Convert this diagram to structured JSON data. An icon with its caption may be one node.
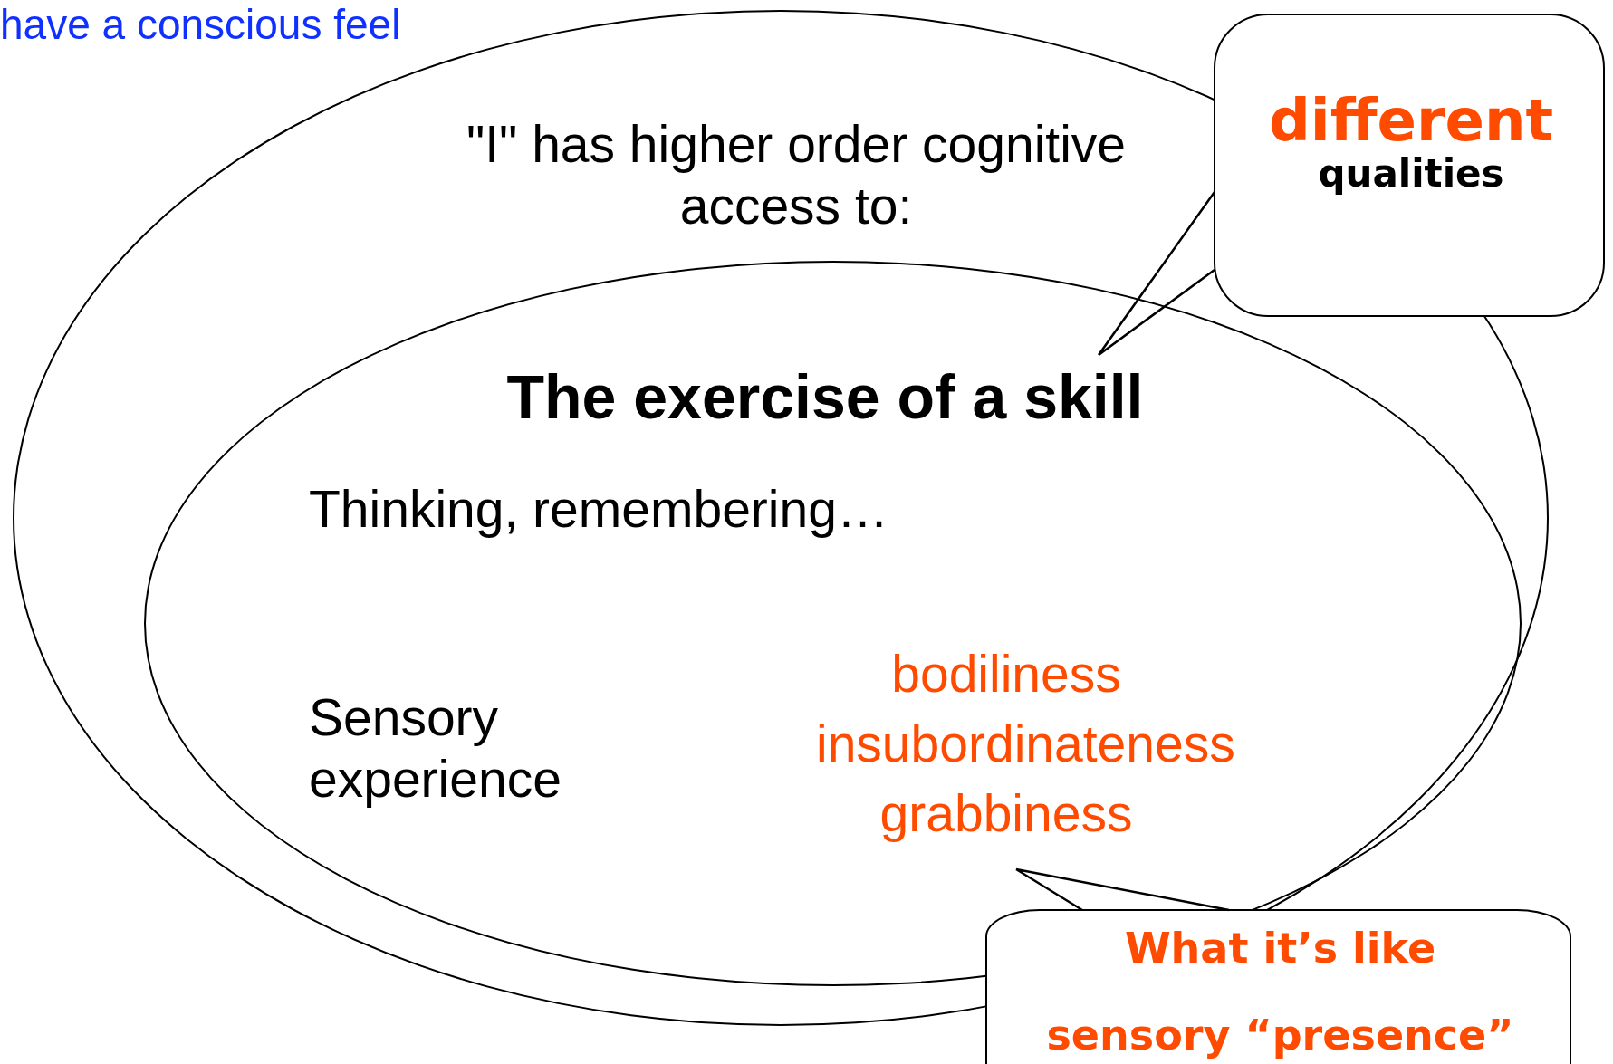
{
  "diagram": {
    "nodes": [
      {
        "text": [
          "\"I\" has higher order cognitive access to:"
        ]
      },
      {
        "text": [
          "The exercise of a skill",
          "Thinking, remembering…",
          "Sensory experience",
          "bodiliness insubordinateness grabbiness"
        ],
        "in": 0
      },
      {
        "text": [
          "different",
          "qualities"
        ]
      },
      {
        "text": [
          "What it’s like",
          "sensory “presence”"
        ]
      }
    ],
    "edges": [
      {
        "from": 2,
        "to": 1,
        "arrow": "none"
      },
      {
        "from": 3,
        "to": 1,
        "arrow": "none"
      }
    ],
    "labels": [
      "have a conscious feel"
    ]
  }
}
